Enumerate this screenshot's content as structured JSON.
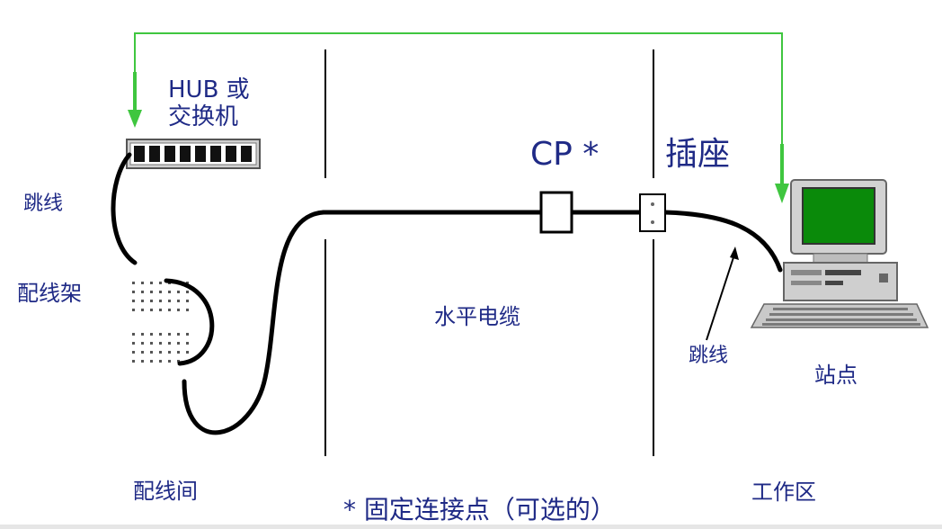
{
  "labels": {
    "hub_line1": "HUB 或",
    "hub_line2": "交换机",
    "patch_cord_left": "跳线",
    "patch_panel": "配线架",
    "wiring_closet": "配线间",
    "cp": "CP *",
    "outlet": "插座",
    "horizontal_cable": "水平电缆",
    "patch_cord_right": "跳线",
    "workstation": "站点",
    "work_area": "工作区",
    "footnote": "* 固定连接点（可选的）"
  },
  "colors": {
    "text": "#1f2a86",
    "cable": "#000000",
    "signal_path": "#3fc63f",
    "monitor_screen": "#0a8a0a",
    "computer_body": "#cfcfcf"
  }
}
